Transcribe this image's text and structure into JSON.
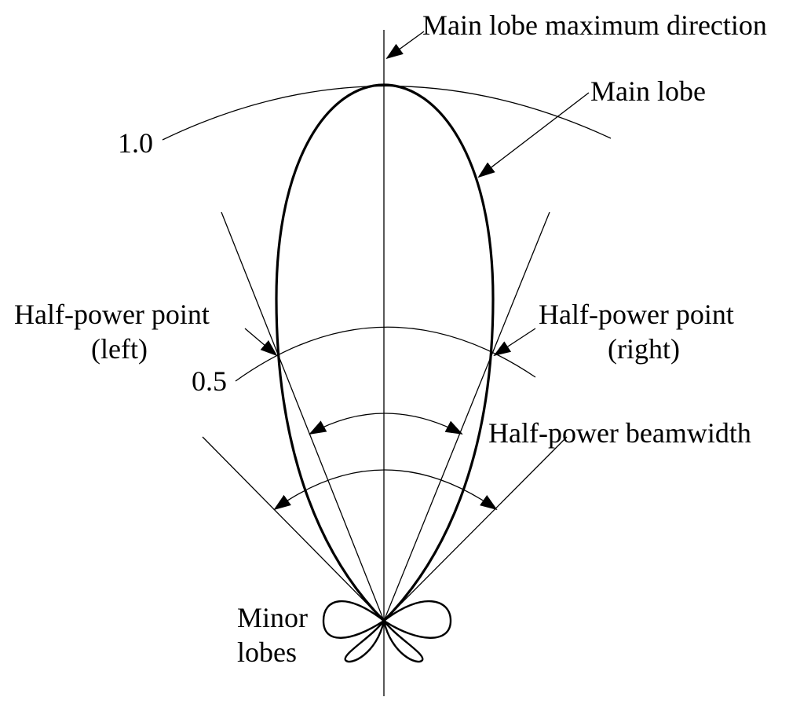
{
  "labels": {
    "main_lobe_max_direction": "Main lobe maximum direction",
    "main_lobe": "Main lobe",
    "level_1": "1.0",
    "level_05": "0.5",
    "half_power_left_line1": "Half-power point",
    "half_power_left_line2": "(left)",
    "half_power_right_line1": "Half-power point",
    "half_power_right_line2": "(right)",
    "half_power_beamwidth": "Half-power beamwidth",
    "minor_lobes_line1": "Minor",
    "minor_lobes_line2": "lobes"
  },
  "colors": {
    "stroke": "#000000",
    "background": "#ffffff"
  }
}
